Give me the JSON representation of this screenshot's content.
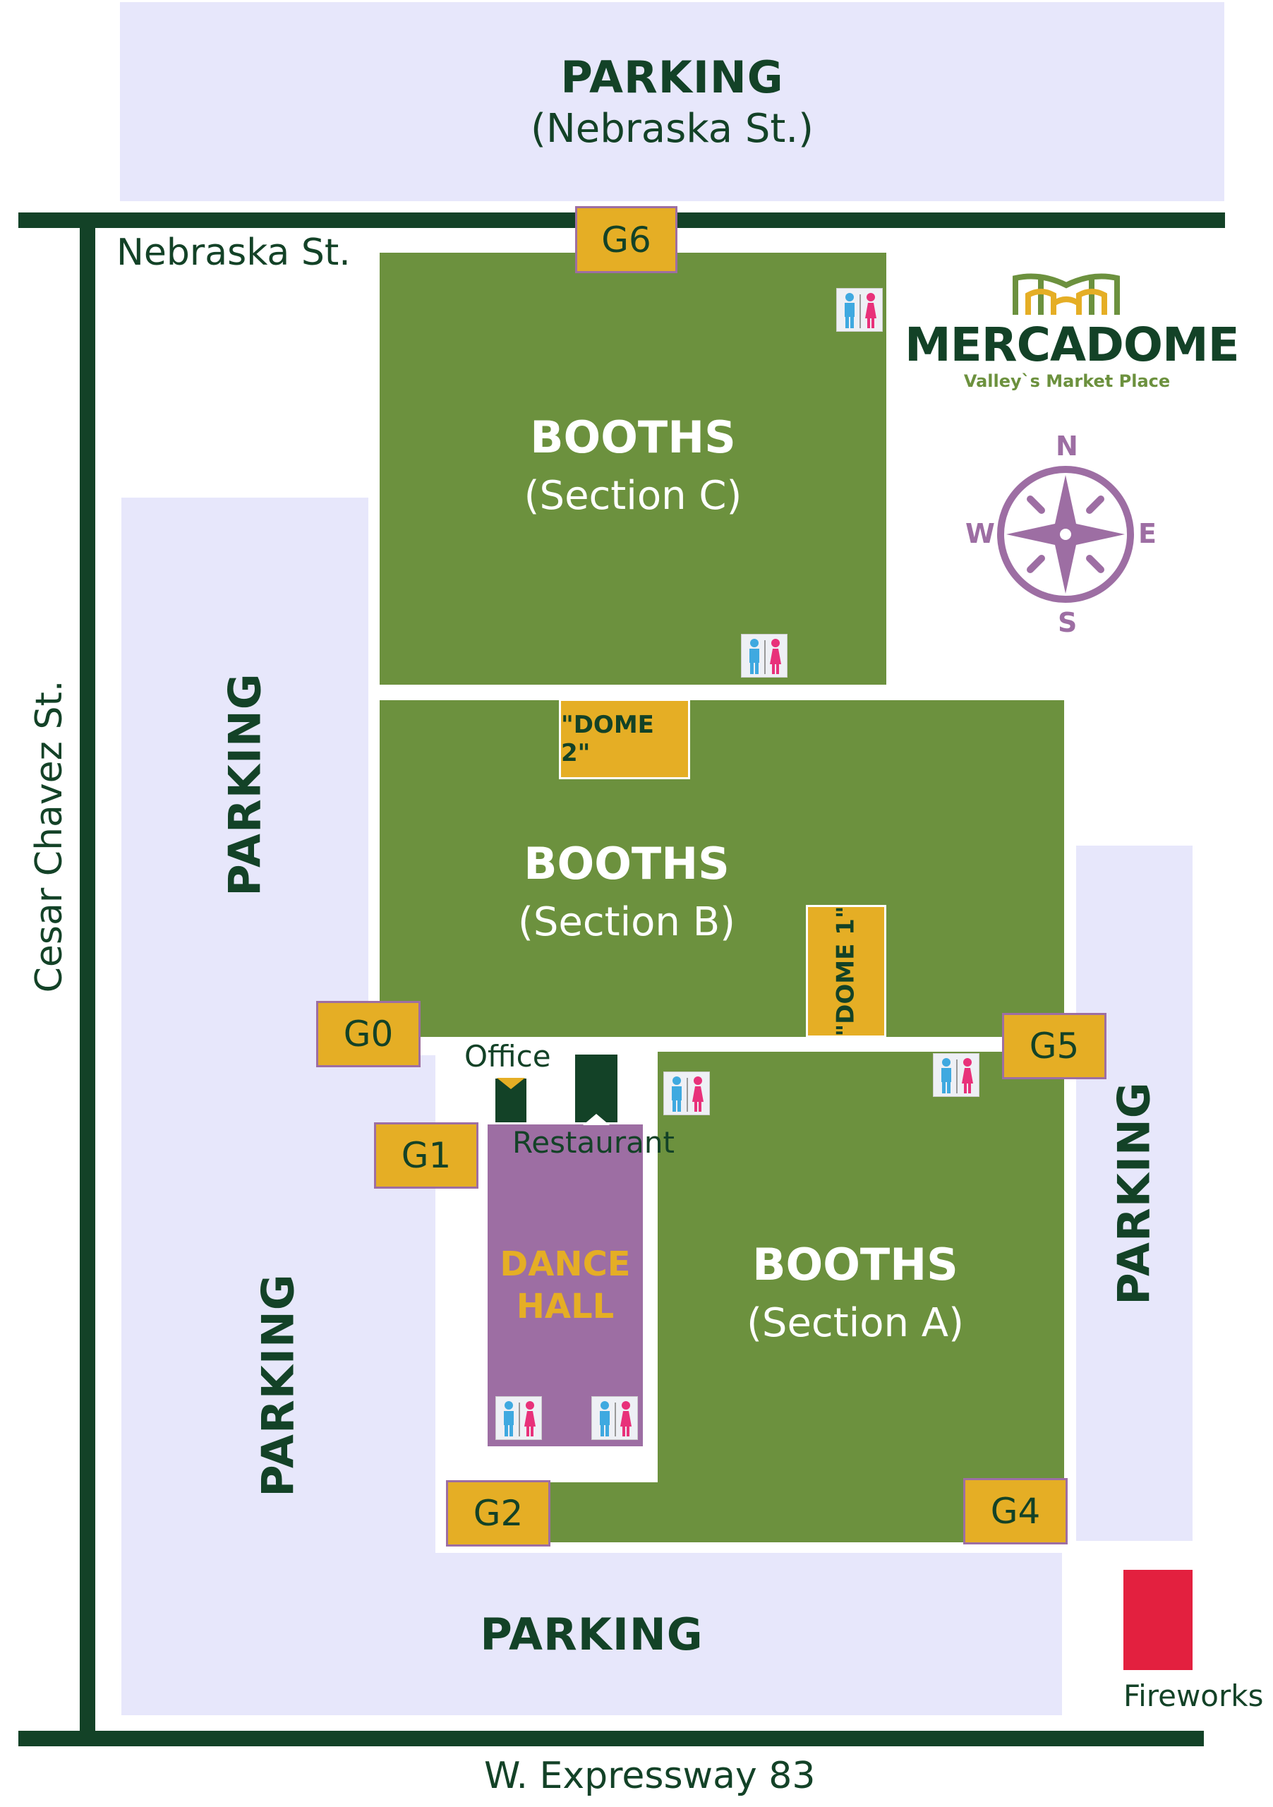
{
  "parking": {
    "top_title": "PARKING",
    "top_sub": "(Nebraska St.)",
    "left_upper": "PARKING",
    "left_lower": "PARKING",
    "right": "PARKING",
    "bottom": "PARKING"
  },
  "streets": {
    "north": "Nebraska St.",
    "west": "Cesar Chavez St.",
    "south": "W. Expressway 83"
  },
  "booths": {
    "c_title": "BOOTHS",
    "c_sub": "(Section C)",
    "b_title": "BOOTHS",
    "b_sub": "(Section B)",
    "a_title": "BOOTHS",
    "a_sub": "(Section A)"
  },
  "domes": {
    "dome2": "\"DOME 2\"",
    "dome1": "\"DOME 1\""
  },
  "gates": {
    "g0": "G0",
    "g1": "G1",
    "g2": "G2",
    "g4": "G4",
    "g5": "G5",
    "g6": "G6"
  },
  "facilities": {
    "office": "Office",
    "restaurant": "Restaurant",
    "dance_hall_line1": "DANCE",
    "dance_hall_line2": "HALL",
    "fireworks": "Fireworks"
  },
  "brand": {
    "name": "MERCADOME",
    "tagline": "Valley`s Market Place"
  },
  "compass": {
    "n": "N",
    "s": "S",
    "e": "E",
    "w": "W"
  },
  "icons": {
    "restroom": "restroom-icon",
    "compass": "compass-rose-icon",
    "logo": "mercadome-logo-icon"
  },
  "colors": {
    "road": "#134227",
    "booths": "#6c913e",
    "parking": "#e7e7fb",
    "gate": "#e5ae25",
    "dance_hall": "#9d6ea3",
    "fireworks": "#e3203f",
    "compass": "#9d6ea3",
    "restroom_male": "#3fa9e0",
    "restroom_female": "#e8317a"
  }
}
